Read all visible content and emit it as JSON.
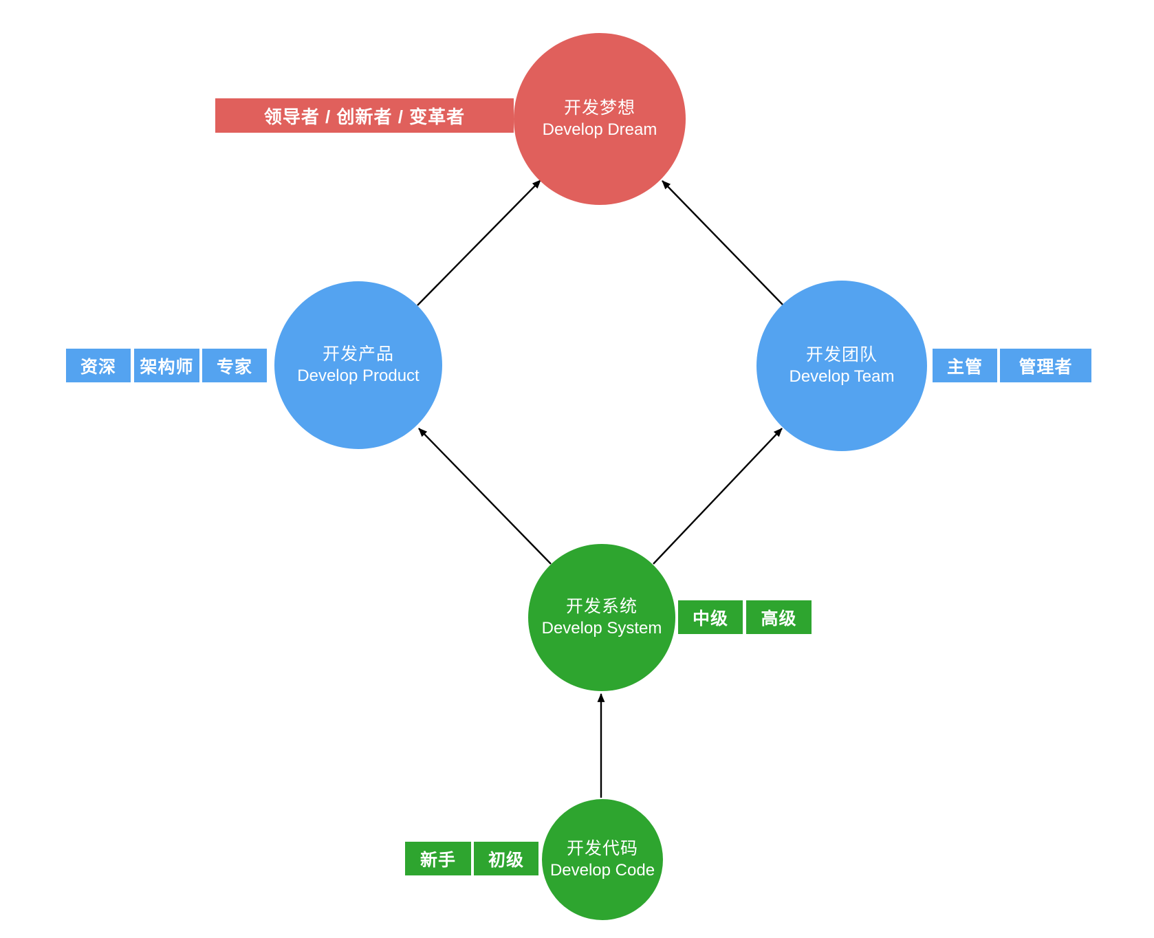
{
  "colors": {
    "red": "#E0605C",
    "blue": "#54A3F0",
    "green": "#2EA52F",
    "arrow": "#000000",
    "text": "#FFFFFF"
  },
  "nodes": {
    "dream": {
      "zh": "开发梦想",
      "en": "Develop Dream"
    },
    "product": {
      "zh": "开发产品",
      "en": "Develop Product"
    },
    "team": {
      "zh": "开发团队",
      "en": "Develop Team"
    },
    "system": {
      "zh": "开发系统",
      "en": "Develop System"
    },
    "code": {
      "zh": "开发代码",
      "en": "Develop Code"
    }
  },
  "tags": {
    "dream": [
      "领导者 / 创新者 / 变革者"
    ],
    "product": [
      "资深",
      "架构师",
      "专家"
    ],
    "team": [
      "主管",
      "管理者"
    ],
    "system": [
      "中级",
      "高级"
    ],
    "code": [
      "新手",
      "初级"
    ]
  },
  "edges": [
    {
      "from": "code",
      "to": "system"
    },
    {
      "from": "system",
      "to": "product"
    },
    {
      "from": "system",
      "to": "team"
    },
    {
      "from": "product",
      "to": "dream"
    },
    {
      "from": "team",
      "to": "dream"
    }
  ]
}
